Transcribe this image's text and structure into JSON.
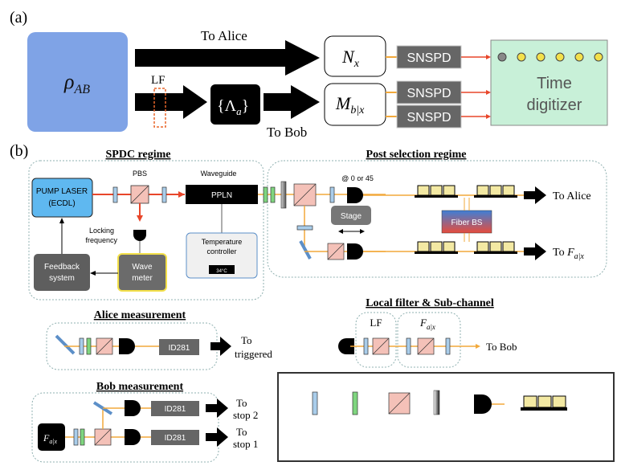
{
  "panel_a": {
    "label": "(a)",
    "source_symbol": "ρ",
    "source_sub": "AB",
    "to_alice": "To Alice",
    "lf_label": "LF",
    "channel_symbol": "{Λ",
    "channel_sub": "a",
    "channel_close": "}",
    "to_bob": "To Bob",
    "nx_symbol": "N",
    "nx_sub": "x",
    "mbx_symbol": "M",
    "mbx_sub": "b|x",
    "snspd_1": "SNSPD",
    "snspd_2": "SNSPD",
    "snspd_3": "SNSPD",
    "digitizer_line1": "Time",
    "digitizer_line2": "digitizer"
  },
  "panel_b": {
    "label": "(b)",
    "spdc_title": "SPDC regime",
    "pump_line1": "PUMP LASER",
    "pump_line2": "(ECDL)",
    "pbs": "PBS",
    "waveguide": "Waveguide",
    "ppln": "PPLN",
    "locking_line1": "Locking",
    "locking_line2": "frequency",
    "temp_line1": "Temperature",
    "temp_line2": "controller",
    "temp_display": "34°C",
    "feedback_line1": "Feedback",
    "feedback_line2": "system",
    "wave_line1": "Wave",
    "wave_line2": "meter",
    "post_title": "Post selection regime",
    "angle": "@ 0 or 45",
    "stage": "Stage",
    "fiber_bs": "Fiber BS",
    "to_alice": "To Alice",
    "to_f_prefix": "To ",
    "f_symbol": "F",
    "f_sub": "a|x",
    "alice_title": "Alice measurement",
    "id281_alice": "ID281",
    "alice_to": "To",
    "alice_triggered": "triggered",
    "local_title": "Local filter & Sub-channel",
    "lf": "LF",
    "f2_symbol": "F",
    "f2_sub": "a|x",
    "to_bob": "To Bob",
    "bob_title": "Bob measurement",
    "fbox_symbol": "F",
    "fbox_sub": "a|x",
    "id281_bob1": "ID281",
    "id281_bob2": "ID281",
    "bob_to1": "To",
    "bob_stop2": "stop 2",
    "bob_to2": "To",
    "bob_stop1": "stop 1"
  },
  "colors": {
    "source": "#7fa3e6",
    "digitizer": "#c8f0d8",
    "laser": "#5fb8f0",
    "snspd": "#666666",
    "red": "#e8462a",
    "orange": "#f2a93b",
    "wavemeter_border": "#f3e04a",
    "fiber_bs_top": "#3f7fd6",
    "fiber_bs_bottom": "#e74c3c",
    "pbs_fill": "#f4c1b8"
  }
}
